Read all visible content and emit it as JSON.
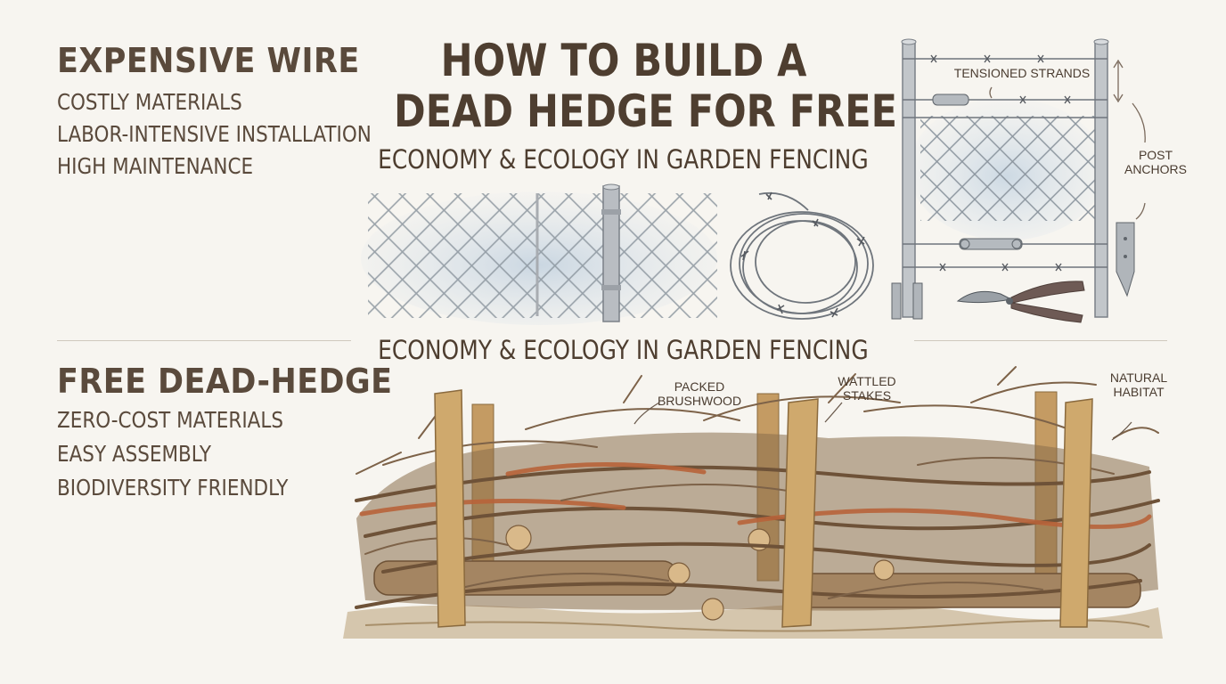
{
  "title_line1": "HOW TO BUILD A",
  "title_line2": "DEAD HEDGE FOR FREE",
  "subtitle_top": "ECONOMY & ECOLOGY IN GARDEN FENCING",
  "subtitle_middle": "ECONOMY & ECOLOGY IN GARDEN FENCING",
  "expensive": {
    "heading": "EXPENSIVE WIRE",
    "items": [
      "COSTLY MATERIALS",
      "LABOR-INTENSIVE INSTALLATION",
      "HIGH MAINTENANCE"
    ]
  },
  "free": {
    "heading": "FREE DEAD-HEDGE",
    "items": [
      "ZERO-COST MATERIALS",
      "EASY ASSEMBLY",
      "BIODIVERSITY FRIENDLY"
    ]
  },
  "wire_labels": {
    "tensioned": "TENSIONED STRANDS",
    "anchors": "POST\nANCHORS"
  },
  "hedge_labels": {
    "brushwood": "PACKED\nBRUSHWOOD",
    "stakes": "WATTLED\nSTAKES",
    "habitat": "NATURAL\nHABITAT"
  },
  "colors": {
    "text": "#4e3e30",
    "wood": "#c9a46a",
    "branch": "#7a5a3e",
    "wire": "#8f959c",
    "mesh_wash": "#cfdbe6",
    "soil": "#b79f7a"
  },
  "icons": [
    "chain-link-panel-icon",
    "fence-post-icon",
    "barbed-wire-coil-icon",
    "turnbuckle-icon",
    "wire-cutter-pliers-icon",
    "post-anchor-icon",
    "dead-hedge-illustration"
  ]
}
